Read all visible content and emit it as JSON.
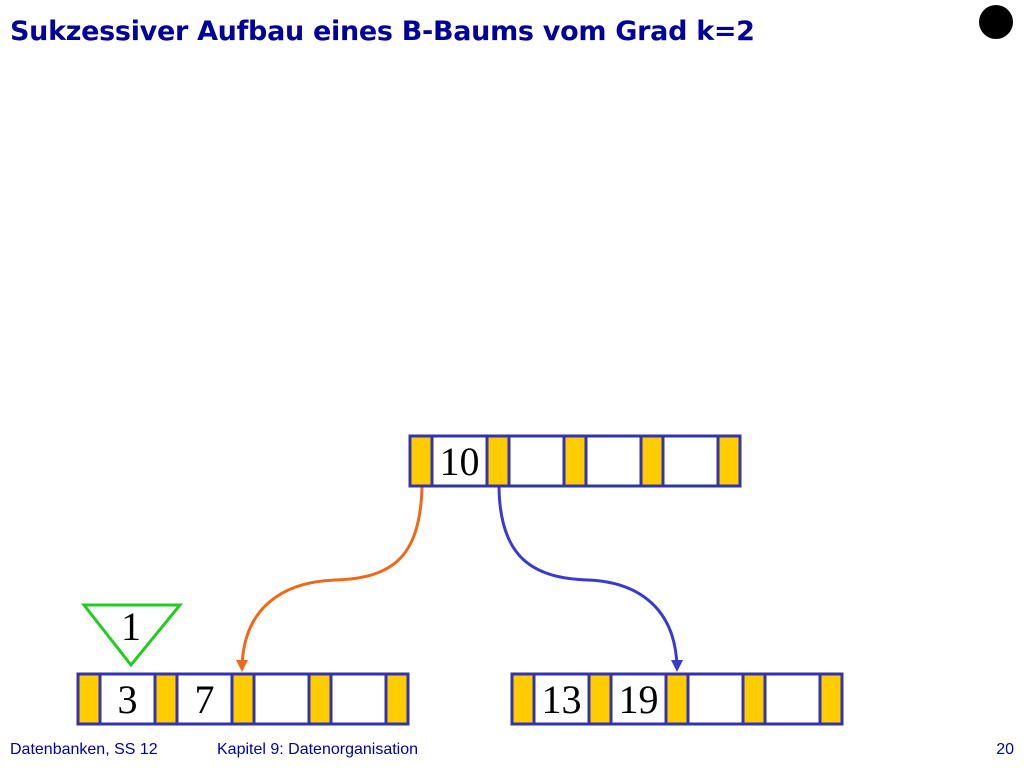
{
  "slide": {
    "title": "Sukzessiver Aufbau eines B-Baums vom Grad k=2"
  },
  "footer": {
    "course": "Datenbanken, SS 12",
    "chapter": "Kapitel 9: Datenorganisation",
    "page": "20"
  },
  "tree": {
    "degree": 2,
    "root": {
      "keys": [
        "10",
        "",
        "",
        ""
      ]
    },
    "leaves": [
      {
        "keys": [
          "3",
          "7",
          "",
          ""
        ]
      },
      {
        "keys": [
          "13",
          "19",
          "",
          ""
        ]
      }
    ],
    "edges": [
      {
        "from": "root-pointer-0",
        "to": "leaf-left-pointer-2",
        "color": "#ee6a1a"
      },
      {
        "from": "root-pointer-1",
        "to": "leaf-right-pointer-2",
        "color": "#3a3acc"
      }
    ],
    "insert_marker": {
      "key": "1",
      "color": "#22cc22"
    }
  },
  "colors": {
    "title": "#000099",
    "node_border": "#3333aa",
    "pointer_fill": "#ffcc00",
    "key_fill": "#ffffff"
  }
}
